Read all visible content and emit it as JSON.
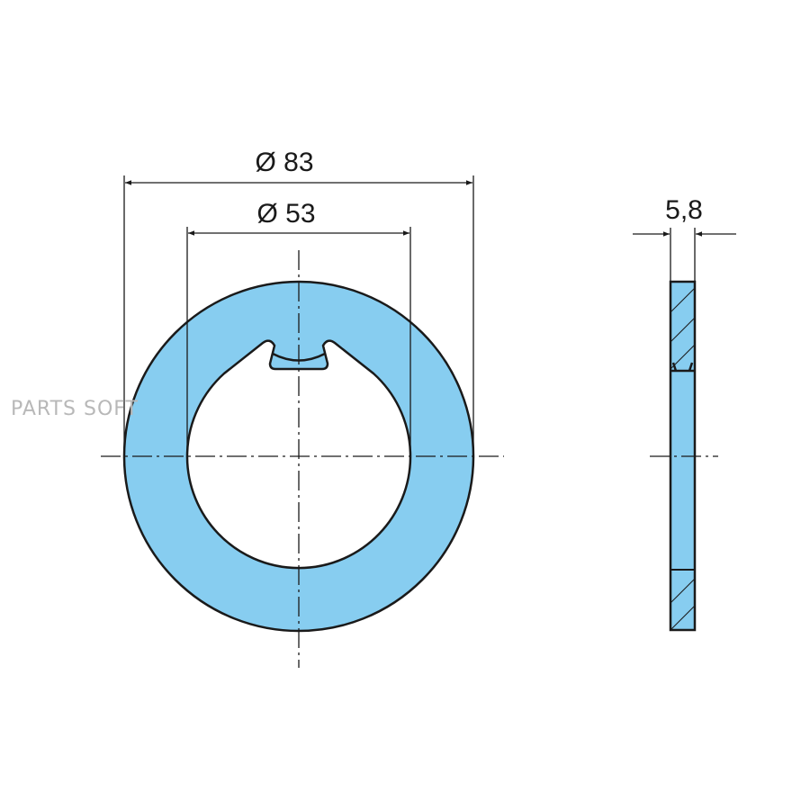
{
  "drawing": {
    "dimensions": {
      "outer_diameter": "Ø 83",
      "inner_diameter": "Ø 53",
      "thickness": "5,8"
    },
    "watermark": "PARTS SOFT",
    "colors": {
      "part_fill": "#87cdf0",
      "line": "#1a1a1a",
      "watermark": "#b8b8b8"
    }
  }
}
